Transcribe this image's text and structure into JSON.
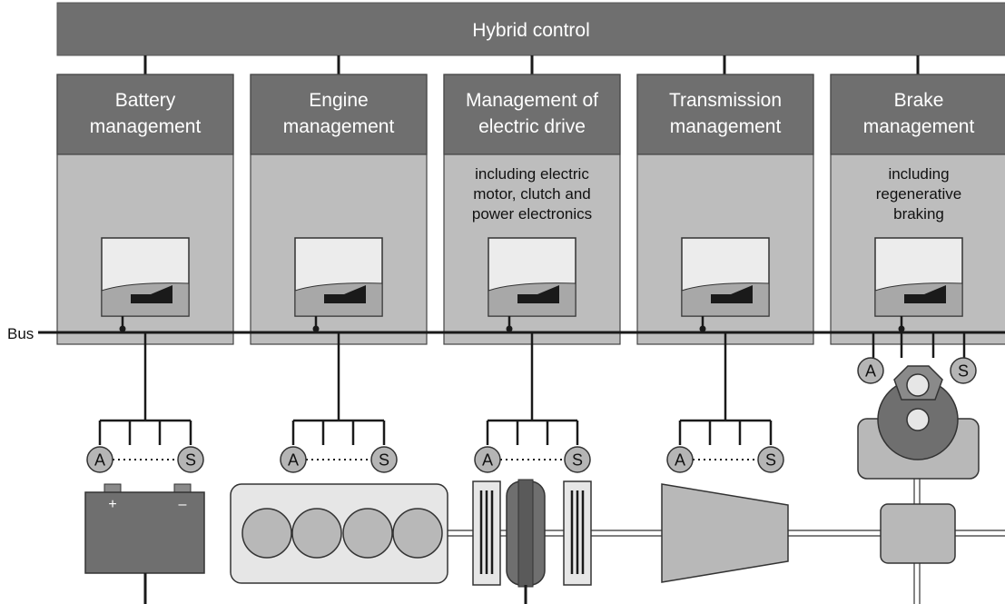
{
  "hybrid_control": {
    "title": "Hybrid control"
  },
  "modules": [
    {
      "id": "battery",
      "title_lines": [
        "Battery",
        "management"
      ],
      "note_lines": []
    },
    {
      "id": "engine",
      "title_lines": [
        "Engine",
        "management"
      ],
      "note_lines": []
    },
    {
      "id": "electric-drive",
      "title_lines": [
        "Management of",
        "electric drive"
      ],
      "note_lines": [
        "including electric",
        "motor, clutch and",
        "power electronics"
      ]
    },
    {
      "id": "transmission",
      "title_lines": [
        "Transmission",
        "management"
      ],
      "note_lines": []
    },
    {
      "id": "brake",
      "title_lines": [
        "Brake",
        "management"
      ],
      "note_lines": [
        "including",
        "regenerative",
        "braking"
      ]
    }
  ],
  "bus": {
    "label": "Bus"
  },
  "io": {
    "actuator": "A",
    "sensor": "S"
  },
  "battery": {
    "plus": "+",
    "minus": "–"
  },
  "colors": {
    "header": "#6f6f6f",
    "panel": "#bdbdbd",
    "ecu_face": "#ececec",
    "ecu_base": "#a8a8a8",
    "circle": "#b5b5b5",
    "battery": "#6f6f6f",
    "engine_block": "#e6e6e6",
    "cylinder": "#b8b8b8",
    "line": "#1a1a1a"
  }
}
